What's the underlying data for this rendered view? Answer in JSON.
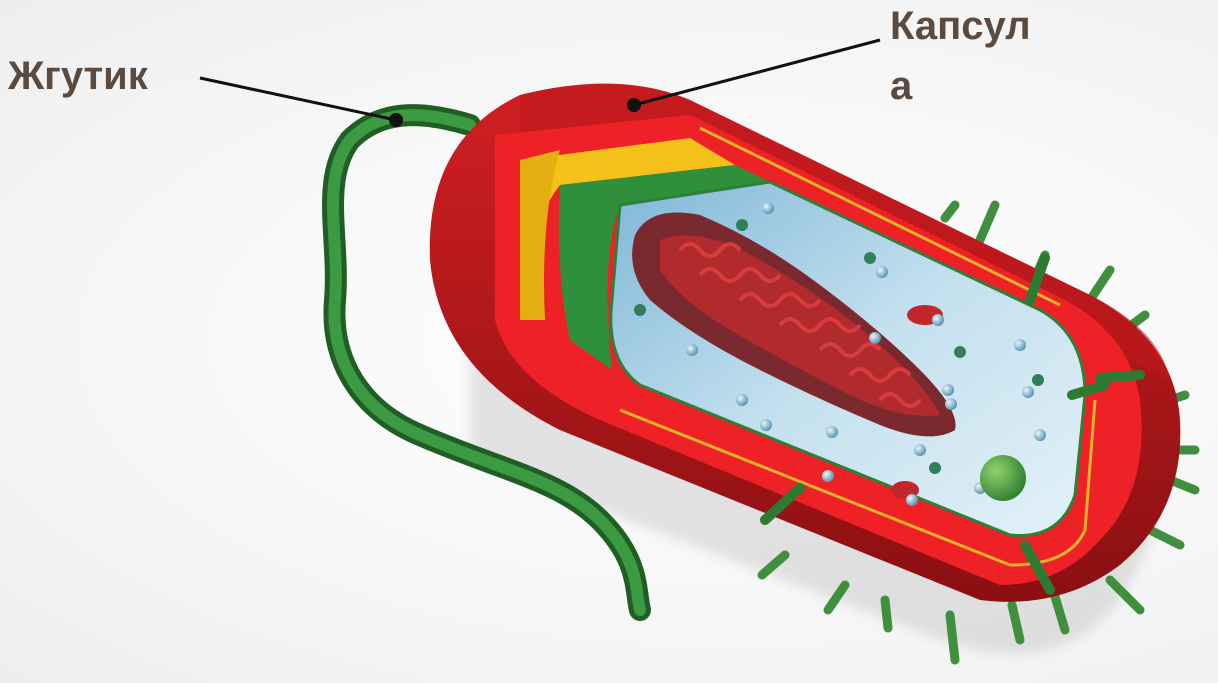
{
  "labels": {
    "flagellum": "Жгутик",
    "capsule_line1": "Капсул",
    "capsule_line2": "а"
  },
  "colors": {
    "capsule": "#c0191c",
    "capsule_dark": "#8e1012",
    "cell_wall": "#ee2226",
    "yellow_layer": "#f4c11a",
    "green_layer": "#2f8f3a",
    "cytoplasm": "#bcdcec",
    "nucleoid": "#b02a2e",
    "flagellum": "#2e7a33",
    "pili": "#3f8f3f",
    "label_text": "#5b4a3e",
    "leader_line": "#111111"
  },
  "icons": {
    "cell": "bacterium-cell-illustration",
    "flagellum": "flagellum-shape",
    "pili": "pili-spikes"
  }
}
